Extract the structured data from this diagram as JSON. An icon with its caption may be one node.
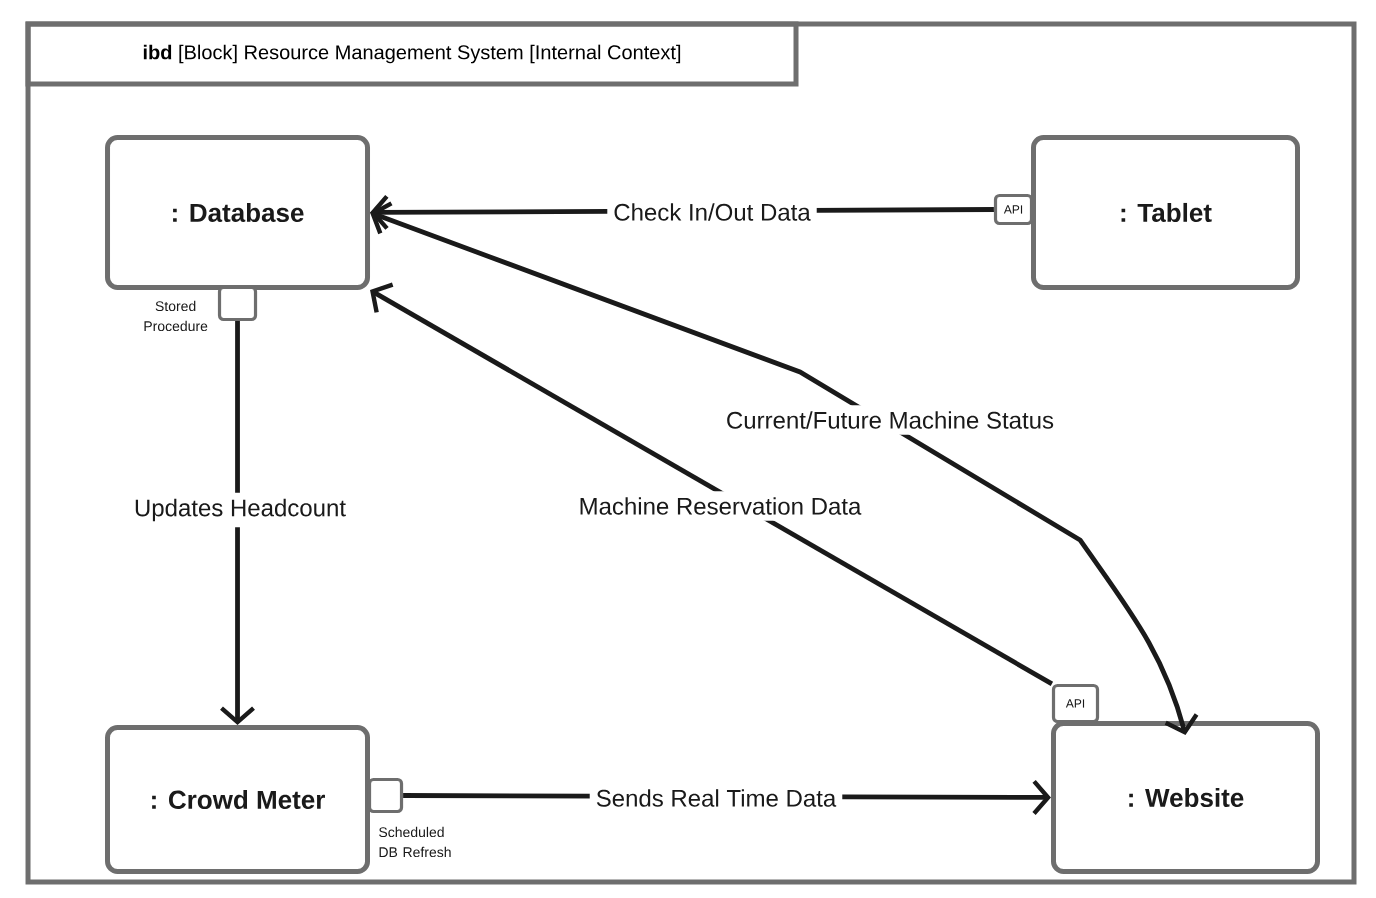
{
  "diagram": {
    "nodes": [
      {
        "text": [
          "**ibd** [Block] Resource Management System [Internal Context]"
        ]
      },
      {
        "text": [
          ": Database"
        ],
        "in": 0
      },
      {
        "text": [
          ": Tablet"
        ],
        "in": 0
      },
      {
        "text": [
          ": Crowd Meter"
        ],
        "in": 0
      },
      {
        "text": [
          ": Website"
        ],
        "in": 0
      },
      {
        "text": [],
        "shape": "box",
        "beside": [
          "Stored Procedure"
        ],
        "in": 0
      },
      {
        "text": [
          "API"
        ],
        "in": 0
      },
      {
        "text": [],
        "shape": "box",
        "beside": [
          "Scheduled DB Refresh"
        ],
        "in": 0
      },
      {
        "text": [
          "API"
        ],
        "in": 0
      }
    ],
    "edges": [
      {
        "from": 6,
        "to": 1,
        "arrow": "to",
        "label": "Check In/Out Data"
      },
      {
        "from": 1,
        "to": 4,
        "arrow": "both",
        "label": "Current/Future Machine Status"
      },
      {
        "from": 8,
        "to": 1,
        "arrow": "to",
        "label": "Machine Reservation Data"
      },
      {
        "from": 5,
        "to": 3,
        "arrow": "to",
        "label": "Updates Headcount"
      },
      {
        "from": 7,
        "to": 4,
        "arrow": "to",
        "label": "Sends Real Time Data"
      }
    ]
  }
}
